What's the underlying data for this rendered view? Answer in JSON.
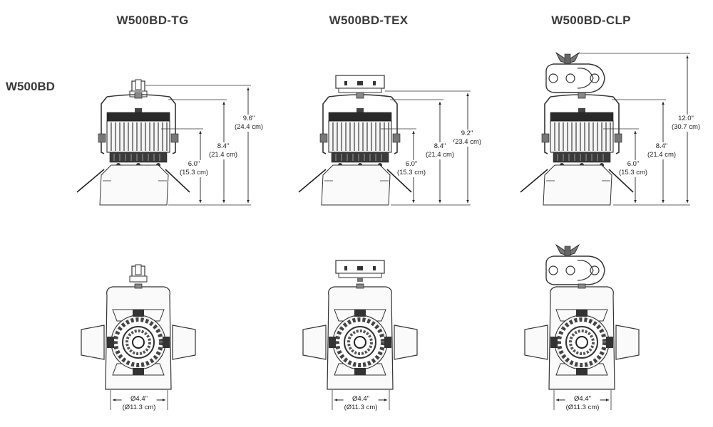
{
  "titles": {
    "tg": "W500BD-TG",
    "tex": "W500BD-TEX",
    "clp": "W500BD-CLP"
  },
  "row_label": "W500BD",
  "dims": {
    "tg": {
      "total_in": "9.6\"",
      "total_cm": "(24.4 cm)",
      "body_in": "8.4\"",
      "body_cm": "(21.4 cm)",
      "lens_in": "6.0\"",
      "lens_cm": "(15.3 cm)",
      "dia_in": "Ø4.4\"",
      "dia_cm": "(Ø11.3 cm)"
    },
    "tex": {
      "total_in": "9.2\"",
      "total_cm": "(23.4 cm)",
      "body_in": "8.4\"",
      "body_cm": "(21.4 cm)",
      "lens_in": "6.0\"",
      "lens_cm": "(15.3 cm)",
      "dia_in": "Ø4.4\"",
      "dia_cm": "(Ø11.3 cm)"
    },
    "clp": {
      "total_in": "12.0\"",
      "total_cm": "(30.7 cm)",
      "body_in": "8.4\"",
      "body_cm": "(21.4 cm)",
      "lens_in": "6.0\"",
      "lens_cm": "(15.3 cm)",
      "dia_in": "Ø4.4\"",
      "dia_cm": "(Ø11.3 cm)"
    }
  }
}
